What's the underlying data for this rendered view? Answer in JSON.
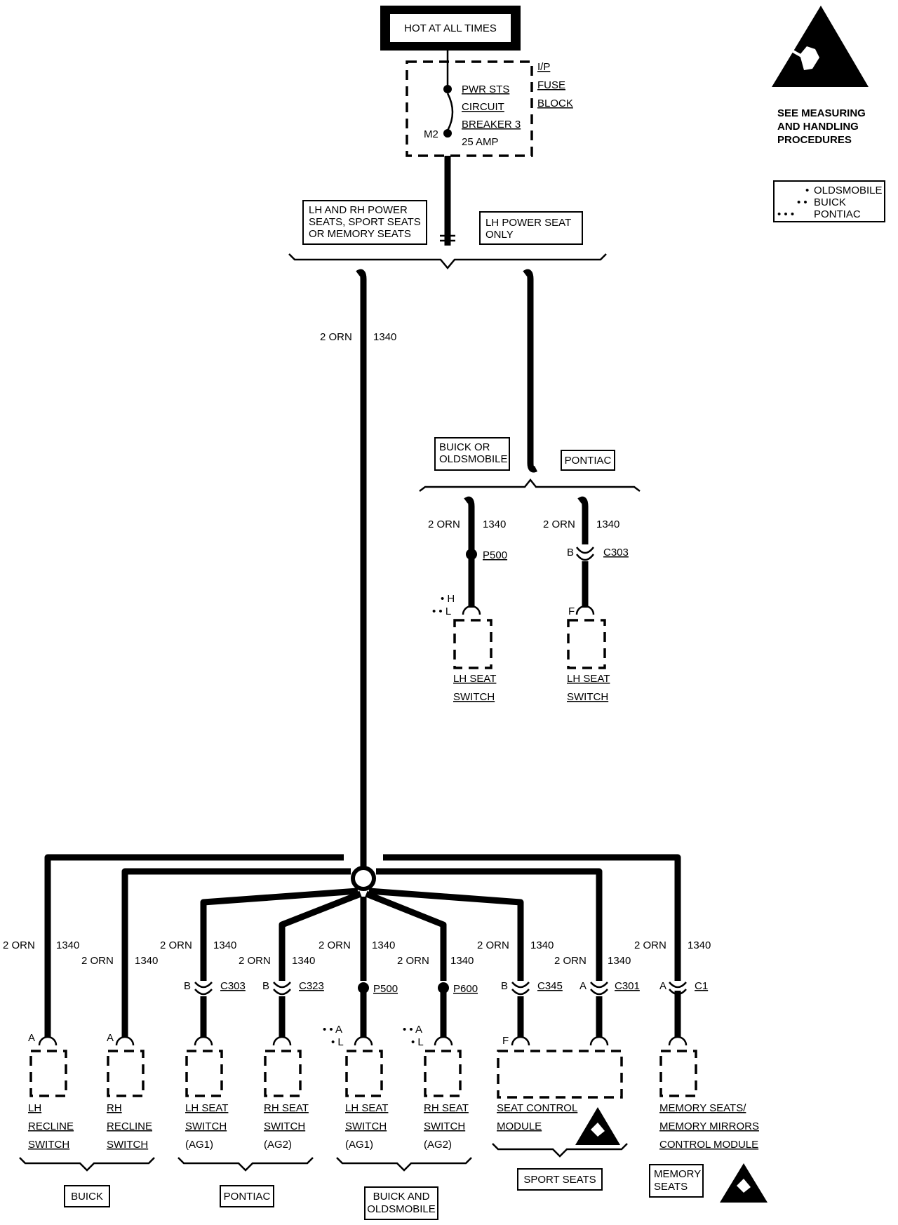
{
  "top": {
    "hot_label": "HOT AT ALL TIMES",
    "breaker_lines": [
      "PWR STS",
      "CIRCUIT",
      "BREAKER 3",
      "25 AMP"
    ],
    "terminal": "M2",
    "fuse_block": [
      "I/P",
      "FUSE",
      "BLOCK"
    ]
  },
  "esd_note": [
    "SEE MEASURING",
    "AND HANDLING",
    "PROCEDURES"
  ],
  "legend": [
    {
      "dots": "•",
      "label": "OLDSMOBILE"
    },
    {
      "dots": "• •",
      "label": "BUICK"
    },
    {
      "dots": "• • •",
      "label": "PONTIAC"
    }
  ],
  "options": {
    "left_lines": [
      "LH AND RH POWER",
      "SEATS, SPORT SEATS",
      "OR MEMORY SEATS"
    ],
    "right_lines": [
      "LH POWER SEAT",
      "ONLY"
    ]
  },
  "main_wire": {
    "gauge": "2 ORN",
    "circuit": "1340"
  },
  "sub_options": {
    "left_lines": [
      "BUICK OR",
      "OLDSMOBILE"
    ],
    "right": "PONTIAC"
  },
  "upper_branches": [
    {
      "gauge": "2 ORN",
      "circuit": "1340",
      "conn_type": "splice",
      "conn_label": "P500",
      "pin_dots": [
        "• H",
        "• • L"
      ],
      "comp": [
        "LH SEAT",
        "SWITCH"
      ]
    },
    {
      "gauge": "2 ORN",
      "circuit": "1340",
      "conn_type": "connector",
      "conn_pin": "B",
      "conn_label": "C303",
      "pin": "F",
      "comp": [
        "LH SEAT",
        "SWITCH"
      ]
    }
  ],
  "lower_branches": [
    {
      "gauge": "2 ORN",
      "circuit": "1340",
      "pin": "A",
      "comp": [
        "LH",
        "RECLINE",
        "SWITCH"
      ]
    },
    {
      "gauge": "2 ORN",
      "circuit": "1340",
      "pin": "A",
      "comp": [
        "RH",
        "RECLINE",
        "SWITCH"
      ]
    },
    {
      "gauge": "2 ORN",
      "circuit": "1340",
      "conn_pin": "B",
      "conn_label": "C303",
      "comp": [
        "LH SEAT",
        "SWITCH",
        "(AG1)"
      ]
    },
    {
      "gauge": "2 ORN",
      "circuit": "1340",
      "conn_pin": "B",
      "conn_label": "C323",
      "comp": [
        "RH SEAT",
        "SWITCH",
        "(AG2)"
      ]
    },
    {
      "gauge": "2 ORN",
      "circuit": "1340",
      "conn_label": "P500",
      "pin_dots": [
        "• • A",
        "• L"
      ],
      "comp": [
        "LH SEAT",
        "SWITCH",
        "(AG1)"
      ]
    },
    {
      "gauge": "2 ORN",
      "circuit": "1340",
      "conn_label": "P600",
      "pin_dots": [
        "• • A",
        "• L"
      ],
      "comp": [
        "RH SEAT",
        "SWITCH",
        "(AG2)"
      ]
    },
    {
      "gauge": "2 ORN",
      "circuit": "1340",
      "conn_pin": "B",
      "conn_label": "C345",
      "pin": "F",
      "comp": [
        "SEAT CONTROL",
        "MODULE"
      ]
    },
    {
      "gauge": "2 ORN",
      "circuit": "1340",
      "conn_pin": "A",
      "conn_label": "C301"
    },
    {
      "gauge": "2 ORN",
      "circuit": "1340",
      "conn_pin": "A",
      "conn_label": "C1",
      "comp": [
        "MEMORY SEATS/",
        "MEMORY MIRRORS",
        "CONTROL MODULE"
      ]
    }
  ],
  "groups": [
    {
      "label": "BUICK"
    },
    {
      "label": "PONTIAC"
    },
    {
      "label_lines": [
        "BUICK AND",
        "OLDSMOBILE"
      ]
    },
    {
      "label": "SPORT SEATS"
    },
    {
      "label_lines": [
        "MEMORY",
        "SEATS"
      ]
    }
  ]
}
